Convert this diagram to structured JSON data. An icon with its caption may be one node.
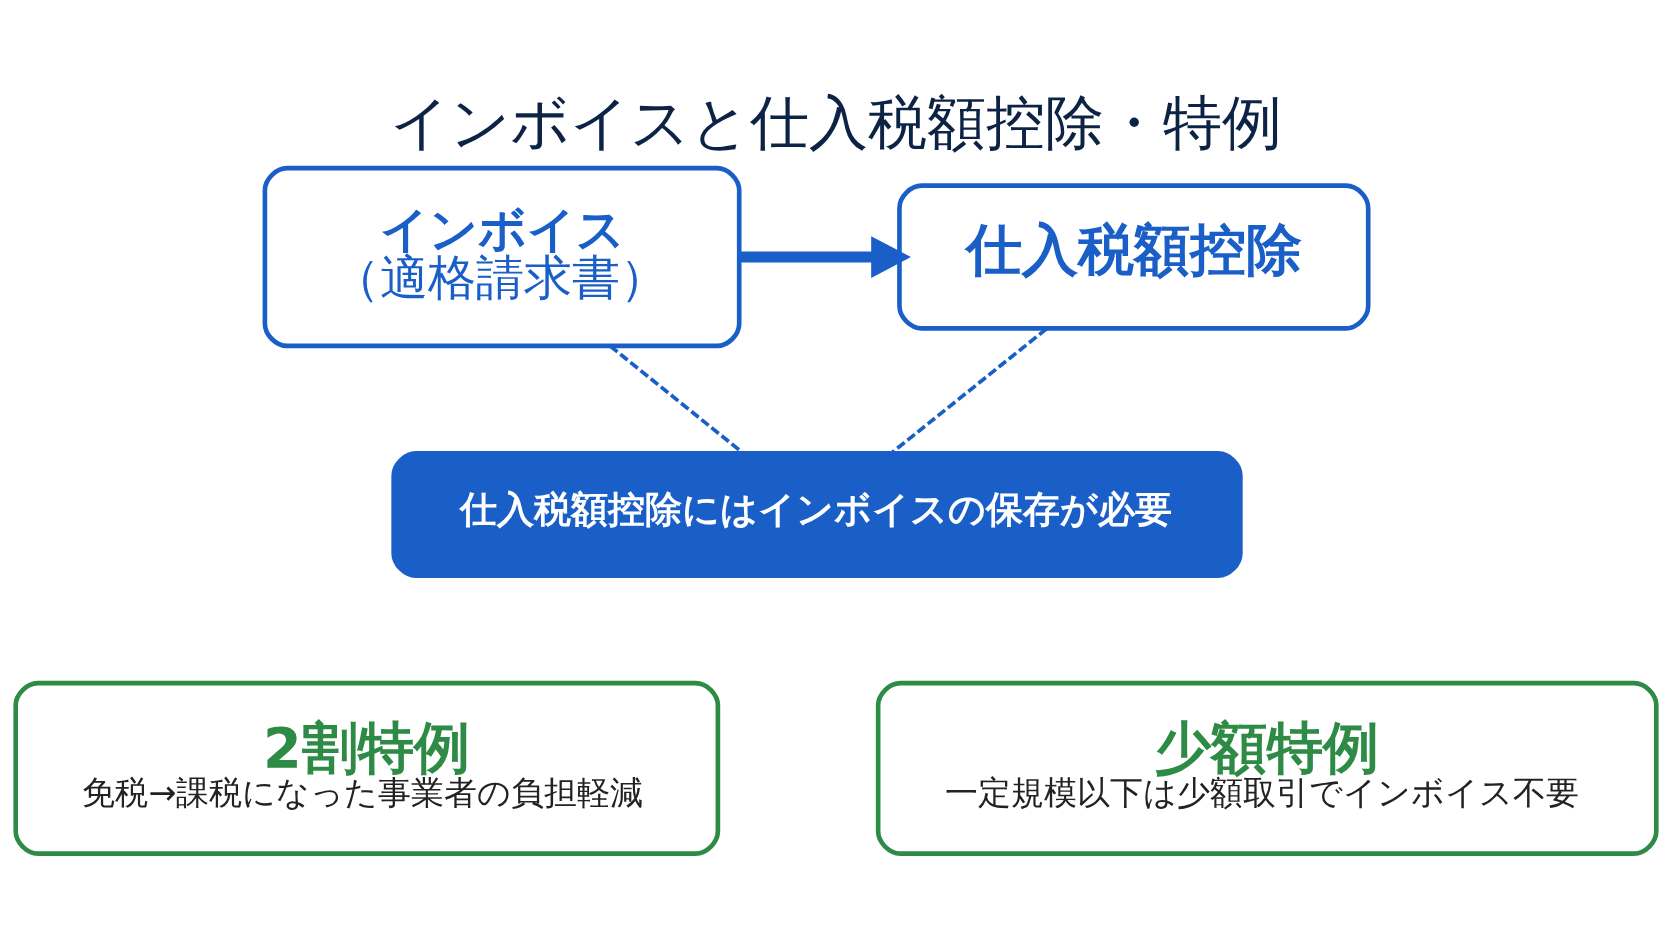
{
  "diagram": {
    "title": "インボイスと仕入税額控除・特例",
    "nodes": [
      {
        "text": [
          "インボイス",
          "（適格請求書）"
        ]
      },
      {
        "text": [
          "仕入税額控除"
        ]
      },
      {
        "text": [
          "仕入税額控除にはインボイスの保存が必要"
        ]
      },
      {
        "text": [
          "2割特例",
          "免税→課税になった事業者の負担軽減"
        ]
      },
      {
        "text": [
          "少額特例",
          "一定規模以下は少額取引でインボイス不要"
        ]
      }
    ],
    "edges": [
      {
        "from": 0,
        "to": 1,
        "arrow": "to",
        "style": "thick"
      },
      {
        "from": 0,
        "to": 2,
        "arrow": "none",
        "style": "dashed"
      },
      {
        "from": 1,
        "to": 2,
        "arrow": "none",
        "style": "dashed"
      }
    ]
  }
}
